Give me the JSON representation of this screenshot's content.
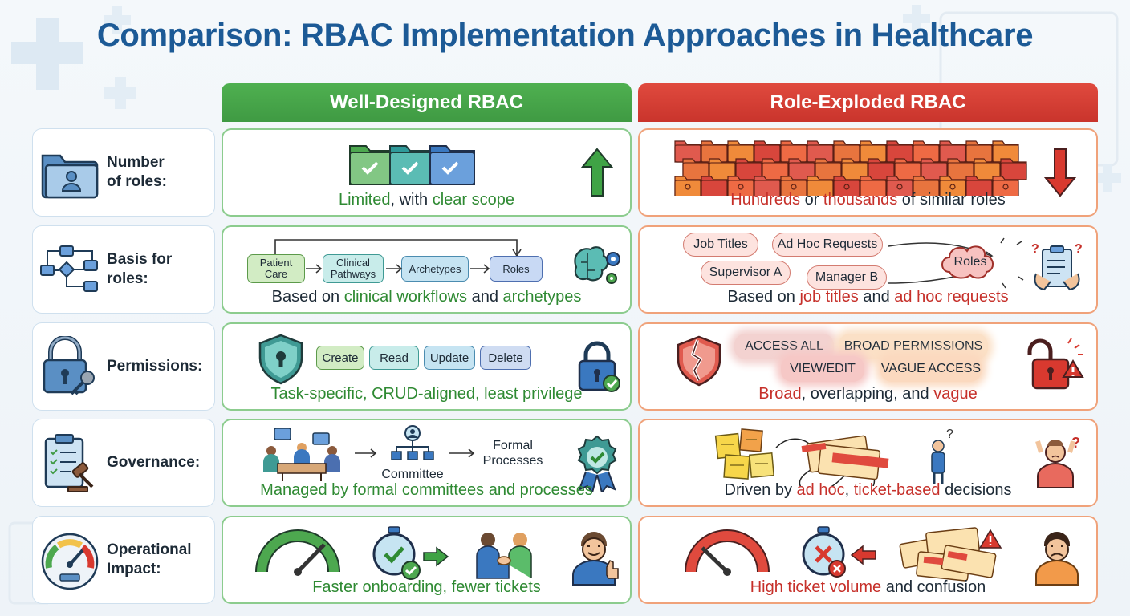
{
  "title": "Comparison: RBAC Implementation Approaches in Healthcare",
  "columns": {
    "good": "Well-Designed RBAC",
    "bad": "Role-Exploded RBAC"
  },
  "rows": [
    {
      "label": "Number\nof roles:",
      "icon": "folder-user-icon",
      "good": {
        "parts": [
          "Limited",
          ", with ",
          "clear scope"
        ]
      },
      "bad": {
        "parts": [
          "Hundreds",
          " or ",
          "thousands",
          " of similar roles"
        ]
      }
    },
    {
      "label": "Basis for\nroles:",
      "icon": "flowchart-icon",
      "good": {
        "parts": [
          "Based on ",
          "clinical workflows",
          " and ",
          "archetypes"
        ],
        "flow": [
          "Patient\nCare",
          "Clinical\nPathways",
          "Archetypes",
          "Roles"
        ]
      },
      "bad": {
        "parts": [
          "Based on ",
          "job titles",
          " and ",
          "ad hoc requests"
        ],
        "bubbles": [
          "Job Titles",
          "Ad Hoc Requests",
          "Supervisor A",
          "Manager B"
        ],
        "cloud": "Roles"
      }
    },
    {
      "label": "Permissions:",
      "icon": "padlock-key-icon",
      "good": {
        "parts": [
          "Task-specific, CRUD-aligned, least privilege"
        ],
        "crud": [
          "Create",
          "Read",
          "Update",
          "Delete"
        ]
      },
      "bad": {
        "parts": [
          "Broad",
          ", overlapping, and ",
          "vague"
        ],
        "tags": [
          "ACCESS ALL",
          "BROAD PERMISSIONS",
          "VIEW/EDIT",
          "VAGUE ACCESS"
        ]
      }
    },
    {
      "label": "Governance:",
      "icon": "clipboard-gavel-icon",
      "good": {
        "parts": [
          "Managed by formal committees and processes"
        ],
        "committee": "Committee",
        "formal": "Formal\nProcesses"
      },
      "bad": {
        "parts": [
          "Driven by ",
          "ad hoc",
          ", ",
          "ticket-based",
          " decisions"
        ]
      }
    },
    {
      "label": "Operational\nImpact:",
      "icon": "gauge-icon",
      "good": {
        "parts": [
          "Faster onboarding, fewer tickets"
        ]
      },
      "bad": {
        "parts": [
          "High ticket volume",
          " and confusion"
        ]
      }
    }
  ],
  "colors": {
    "title": "#1c5a96",
    "good": "#3f9a43",
    "bad": "#c9342c",
    "goodText": "#2f8a33",
    "badText": "#c6302a"
  }
}
